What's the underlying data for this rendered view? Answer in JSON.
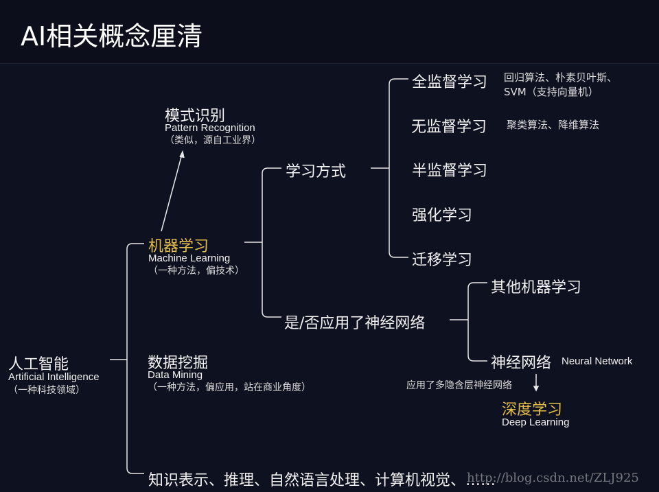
{
  "title": "AI相关概念厘清",
  "ai": {
    "zh": "人工智能",
    "en": "Artificial Intelligence",
    "note": "（一种科技领域）"
  },
  "pr": {
    "zh": "模式识别",
    "en": "Pattern Recognition",
    "note": "（类似，源自工业界）"
  },
  "ml": {
    "zh": "机器学习",
    "en": "Machine Learning",
    "note": "（一种方法，偏技术）"
  },
  "dm": {
    "zh": "数据挖掘",
    "en": "Data Mining",
    "note": "（一种方法，偏应用，站在商业角度）"
  },
  "other": "知识表示、推理、自然语言处理、计算机视觉、……",
  "learning_modes": {
    "label": "学习方式",
    "items": [
      {
        "zh": "全监督学习",
        "note": "回归算法、朴素贝叶斯、",
        "note2": "SVM（支持向量机）"
      },
      {
        "zh": "无监督学习",
        "note": "聚类算法、降维算法"
      },
      {
        "zh": "半监督学习"
      },
      {
        "zh": "强化学习"
      },
      {
        "zh": "迁移学习"
      }
    ]
  },
  "nn_question": {
    "label": "是/否应用了神经网络",
    "other": "其他机器学习",
    "nn": "神经网络",
    "nn_en": "Neural Network"
  },
  "dl": {
    "arrow_note": "应用了多隐含层神经网络",
    "zh": "深度学习",
    "en": "Deep Learning"
  },
  "watermark": "http://blog.csdn.net/ZLJ925"
}
